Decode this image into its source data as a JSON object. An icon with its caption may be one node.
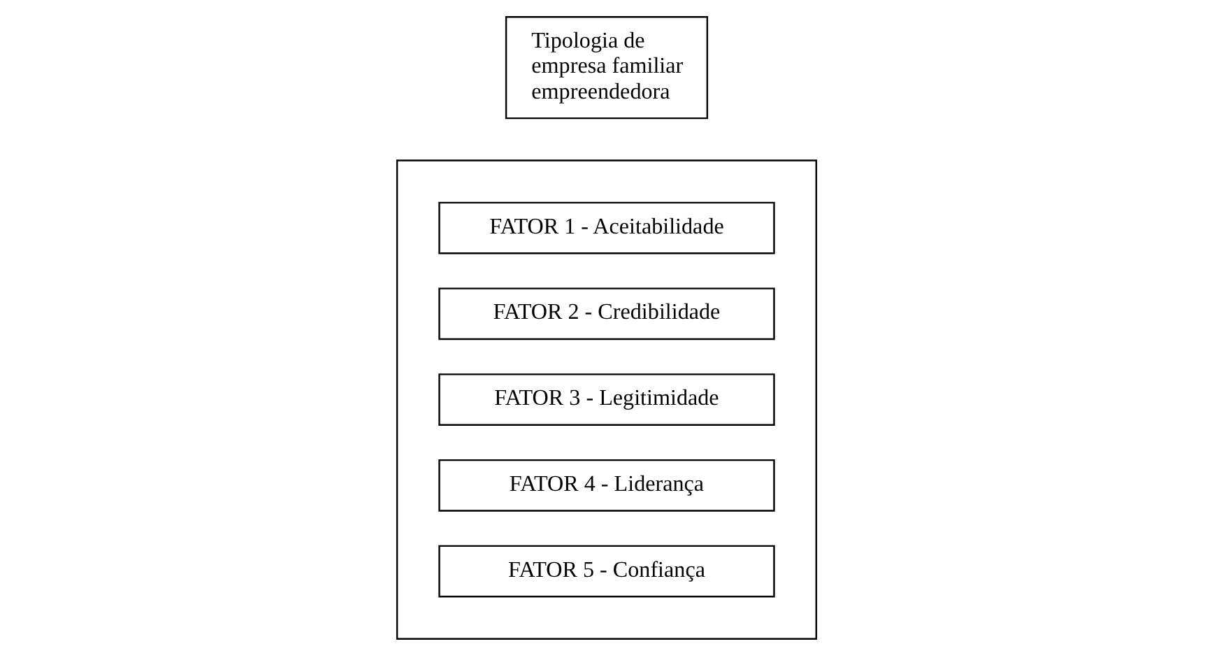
{
  "diagram": {
    "nodes": [
      {
        "text": [],
        "shape": "box"
      },
      {
        "text": [
          "FATOR 1 - Aceitabilidade"
        ],
        "in": 0
      },
      {
        "text": [
          "FATOR 2 - Credibilidade"
        ],
        "in": 0
      },
      {
        "text": [
          "FATOR 3 - Legitimidade"
        ],
        "in": 0
      },
      {
        "text": [
          "FATOR 4 - Liderança"
        ],
        "in": 0
      },
      {
        "text": [
          "FATOR 5 - Confiança"
        ],
        "in": 0
      },
      {
        "text": [
          "Tipologia de empresa familiar empreendedora"
        ]
      }
    ],
    "edges": []
  }
}
